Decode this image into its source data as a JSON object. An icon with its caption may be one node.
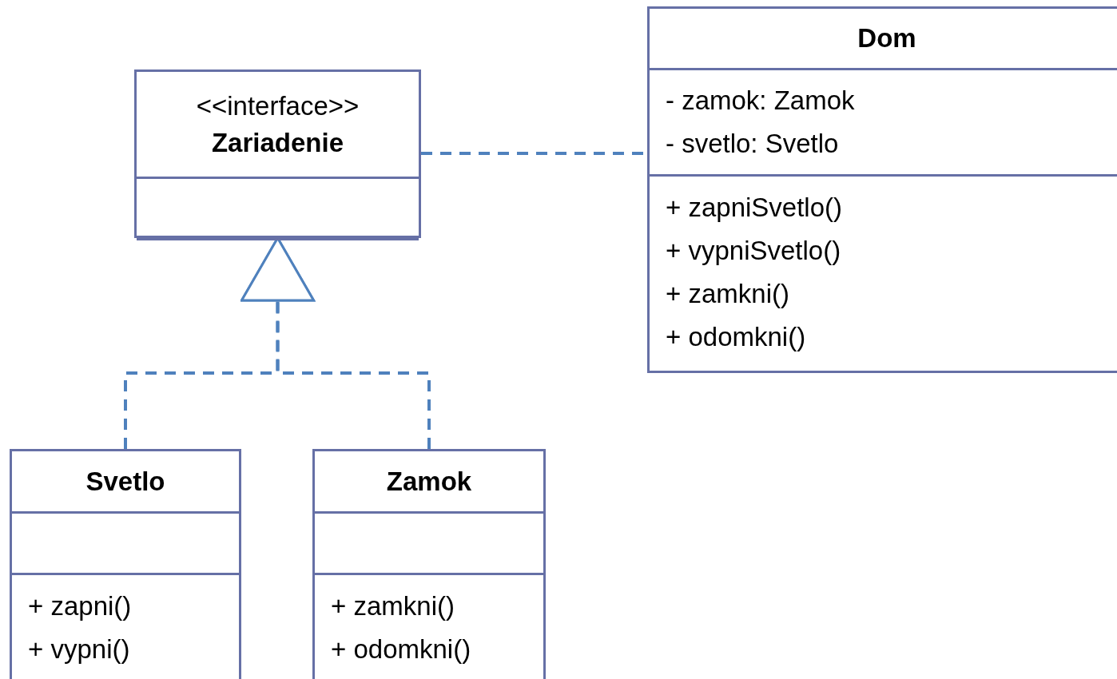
{
  "diagram": {
    "nodes": [
      {
        "text": [
          "<<interface>>",
          "Zariadenie"
        ]
      },
      {
        "text": [
          "Dom",
          "- zamok: Zamok",
          "- svetlo: Svetlo",
          "+ zapniSvetlo()",
          "+ vypniSvetlo()",
          "+ zamkni()",
          "+ odomkni()"
        ]
      },
      {
        "text": [
          "Svetlo",
          "+ zapni()",
          "+ vypni()"
        ]
      },
      {
        "text": [
          "Zamok",
          "+ zamkni()",
          "+ odomkni()"
        ]
      }
    ],
    "edges": [
      {
        "from": 2,
        "to": 0,
        "arrow": "to",
        "style": "dashed"
      },
      {
        "from": 3,
        "to": 0,
        "arrow": "to",
        "style": "dashed"
      },
      {
        "from": 0,
        "to": 1,
        "arrow": "none",
        "style": "dashed"
      }
    ]
  }
}
